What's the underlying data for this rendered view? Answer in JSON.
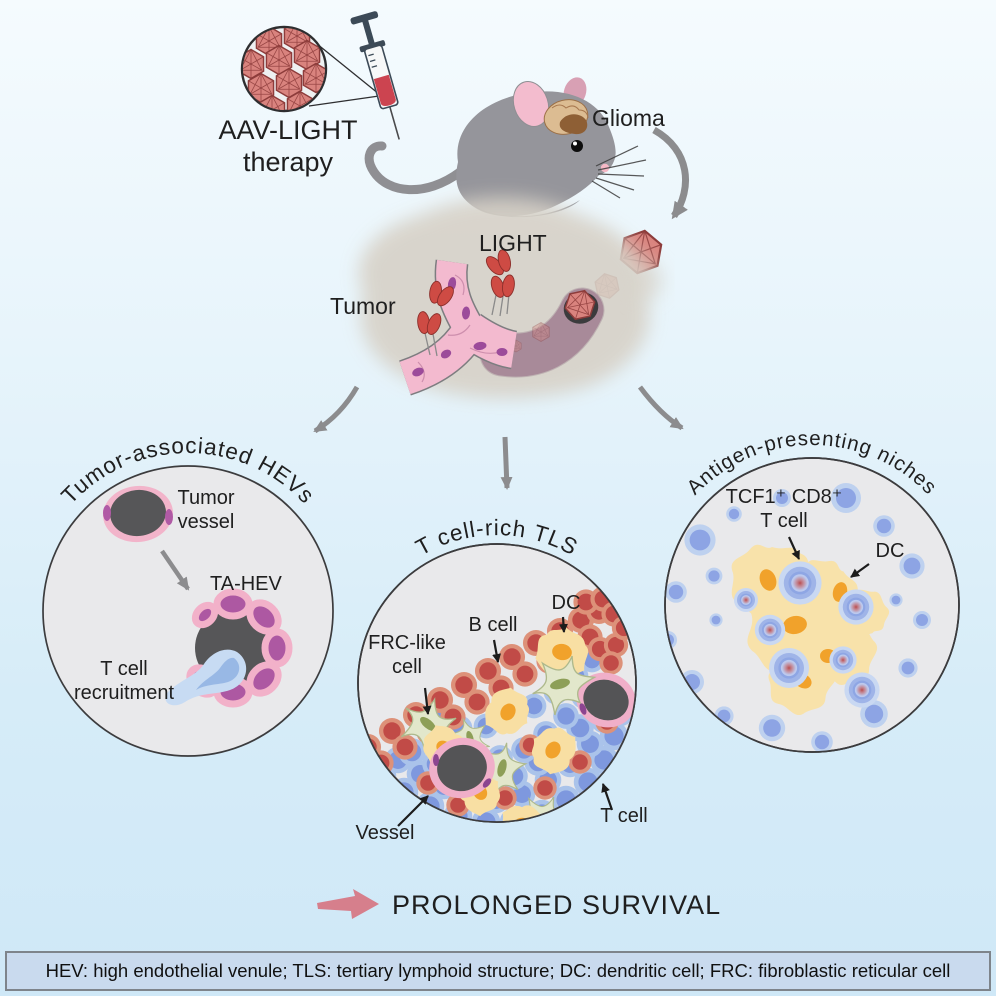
{
  "header": {
    "aav_label_line1": "AAV-LIGHT",
    "aav_label_line2": "therapy",
    "glioma_label": "Glioma"
  },
  "tumor_section": {
    "tumor_label": "Tumor",
    "light_label": "LIGHT"
  },
  "panels": {
    "hev": {
      "title": "Tumor-associated HEVs",
      "tumor_vessel_line1": "Tumor",
      "tumor_vessel_line2": "vessel",
      "ta_hev_label": "TA-HEV",
      "recruitment_line1": "T cell",
      "recruitment_line2": "recruitment"
    },
    "tls": {
      "title": "T cell-rich TLS",
      "frc_line1": "FRC-like",
      "frc_line2": "cell",
      "b_cell_label": "B cell",
      "dc_label": "DC",
      "vessel_label": "Vessel",
      "t_cell_label": "T cell"
    },
    "apn": {
      "title": "Antigen-presenting niches",
      "tcf1_line1": "TCF1⁺ CD8⁺",
      "tcf1_line2": "T cell",
      "dc_label": "DC"
    }
  },
  "outcome": {
    "label": "PROLONGED SURVIVAL"
  },
  "legend": {
    "text": "HEV: high endothelial venule; TLS: tertiary lymphoid structure; DC: dendritic cell; FRC: fibroblastic reticular cell"
  },
  "colors": {
    "background_blue": "#d6ecf8",
    "arrow_gray": "#8c8c8e",
    "aav_red": "#d9837e",
    "vessel_pink": "#f3bacf",
    "nucleus_purple": "#9c4b9a",
    "t_cell_blue": "#7e98de",
    "b_cell_red": "#c14b47",
    "dc_yellow": "#f8dfa3",
    "dc_nucleus_orange": "#f1a22b",
    "frc_green": "#8d9f57",
    "hev_cell_purple": "#ad58a2",
    "hev_rim_pink": "#f2b1c9",
    "lumen_dark": "#565658",
    "survival_arrow_pink": "#d67f8c",
    "legend_bg": "#c9daee"
  }
}
